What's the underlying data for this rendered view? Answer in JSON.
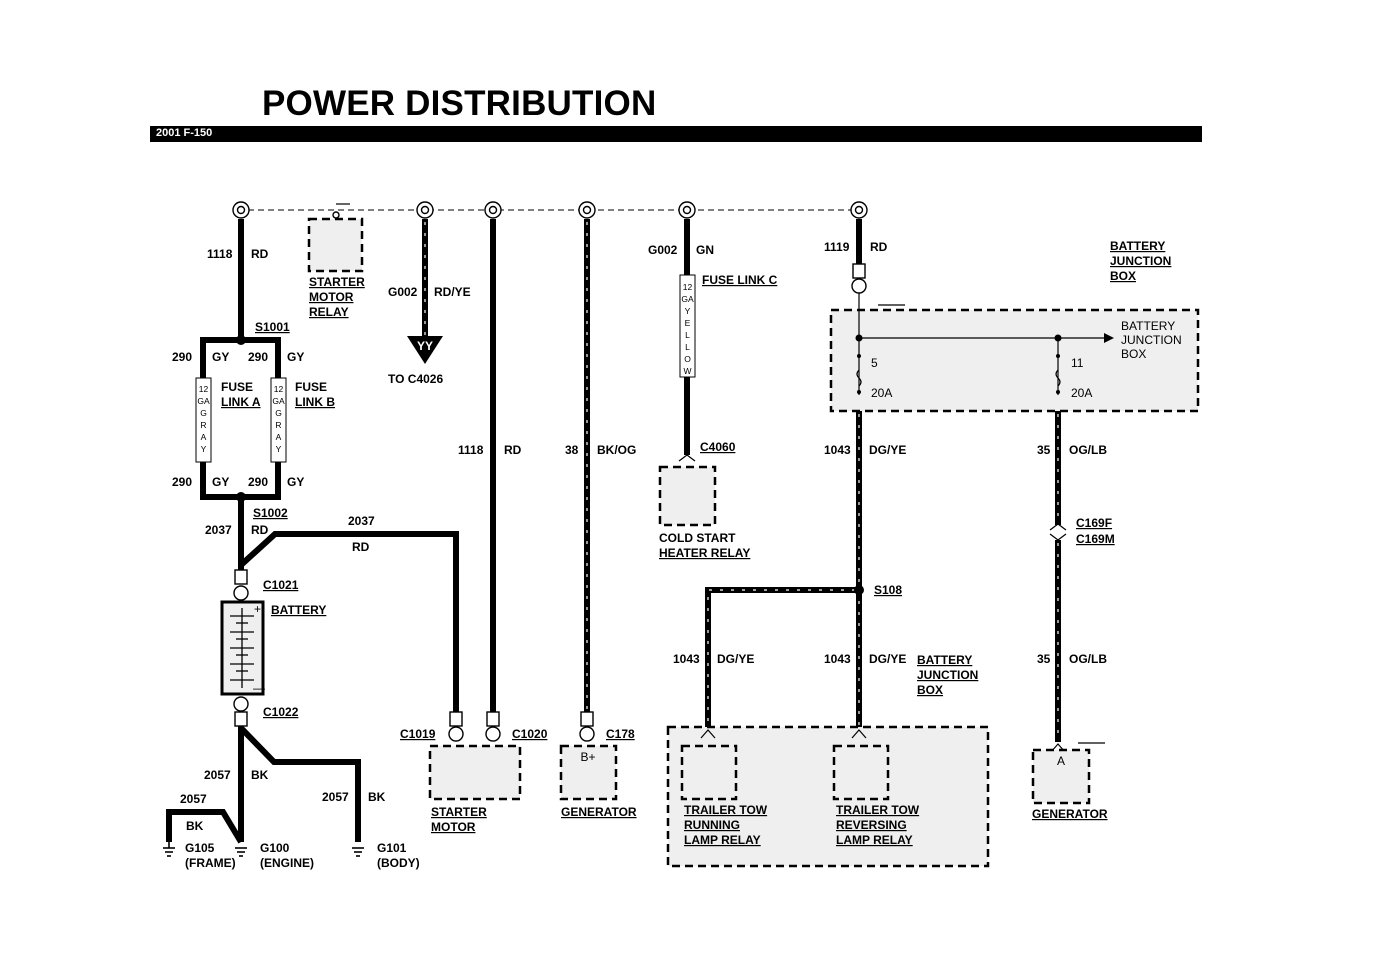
{
  "title": "POWER DISTRIBUTION",
  "model": "2001 F-150",
  "labels": {
    "w1118_top": "1118",
    "w1118_top_color": "RD",
    "starter_relay": [
      "STARTER",
      "MOTOR",
      "RELAY"
    ],
    "g002_a": "G002",
    "rd_ye": "RD/YE",
    "yy": "YY",
    "to_c4026": "TO C4026",
    "g002_b": "G002",
    "gn": "GN",
    "fuse_link_c": "FUSE LINK C",
    "fuse_c_text": [
      "12",
      "GA",
      "Y",
      "E",
      "L",
      "L",
      "O",
      "W"
    ],
    "w1119": "1119",
    "w1119_color": "RD",
    "bjb_label": [
      "BATTERY",
      "JUNCTION",
      "BOX"
    ],
    "bjb_inner": [
      "BATTERY",
      "JUNCTION",
      "BOX"
    ],
    "fuse5": "5",
    "fuse5_amp": "20A",
    "fuse11": "11",
    "fuse11_amp": "20A",
    "s1001": "S1001",
    "w290": "290",
    "gy": "GY",
    "fuse_link_a": [
      "FUSE",
      "LINK A"
    ],
    "fuse_link_b": [
      "FUSE",
      "LINK B"
    ],
    "fuse_ab_text": [
      "12",
      "GA",
      "G",
      "R",
      "A",
      "Y"
    ],
    "s1002": "S1002",
    "w2037": "2037",
    "rd": "RD",
    "c1021": "C1021",
    "battery": "BATTERY",
    "plus": "+",
    "minus": "—",
    "c1022": "C1022",
    "w2057": "2057",
    "bk": "BK",
    "g105": [
      "G105",
      "(FRAME)"
    ],
    "g100": [
      "G100",
      "(ENGINE)"
    ],
    "g101": [
      "G101",
      "(BODY)"
    ],
    "w1118_mid": "1118",
    "w38": "38",
    "bk_og": "BK/OG",
    "c1019": "C1019",
    "c1020": "C1020",
    "starter_motor": [
      "STARTER",
      "MOTOR"
    ],
    "c178": "C178",
    "b_plus": "B+",
    "generator": "GENERATOR",
    "c4060": "C4060",
    "cold_start": [
      "COLD START",
      "HEATER RELAY"
    ],
    "w1043": "1043",
    "dg_ye": "DG/YE",
    "w35": "35",
    "og_lb": "OG/LB",
    "c169f": "C169F",
    "c169m": "C169M",
    "s108": "S108",
    "bjb_lower": [
      "BATTERY",
      "JUNCTION",
      "BOX"
    ],
    "trailer_running": [
      "TRAILER TOW",
      "RUNNING",
      "LAMP RELAY"
    ],
    "trailer_reversing": [
      "TRAILER TOW",
      "REVERSING",
      "LAMP RELAY"
    ],
    "gen_a": "A",
    "generator2": "GENERATOR"
  }
}
